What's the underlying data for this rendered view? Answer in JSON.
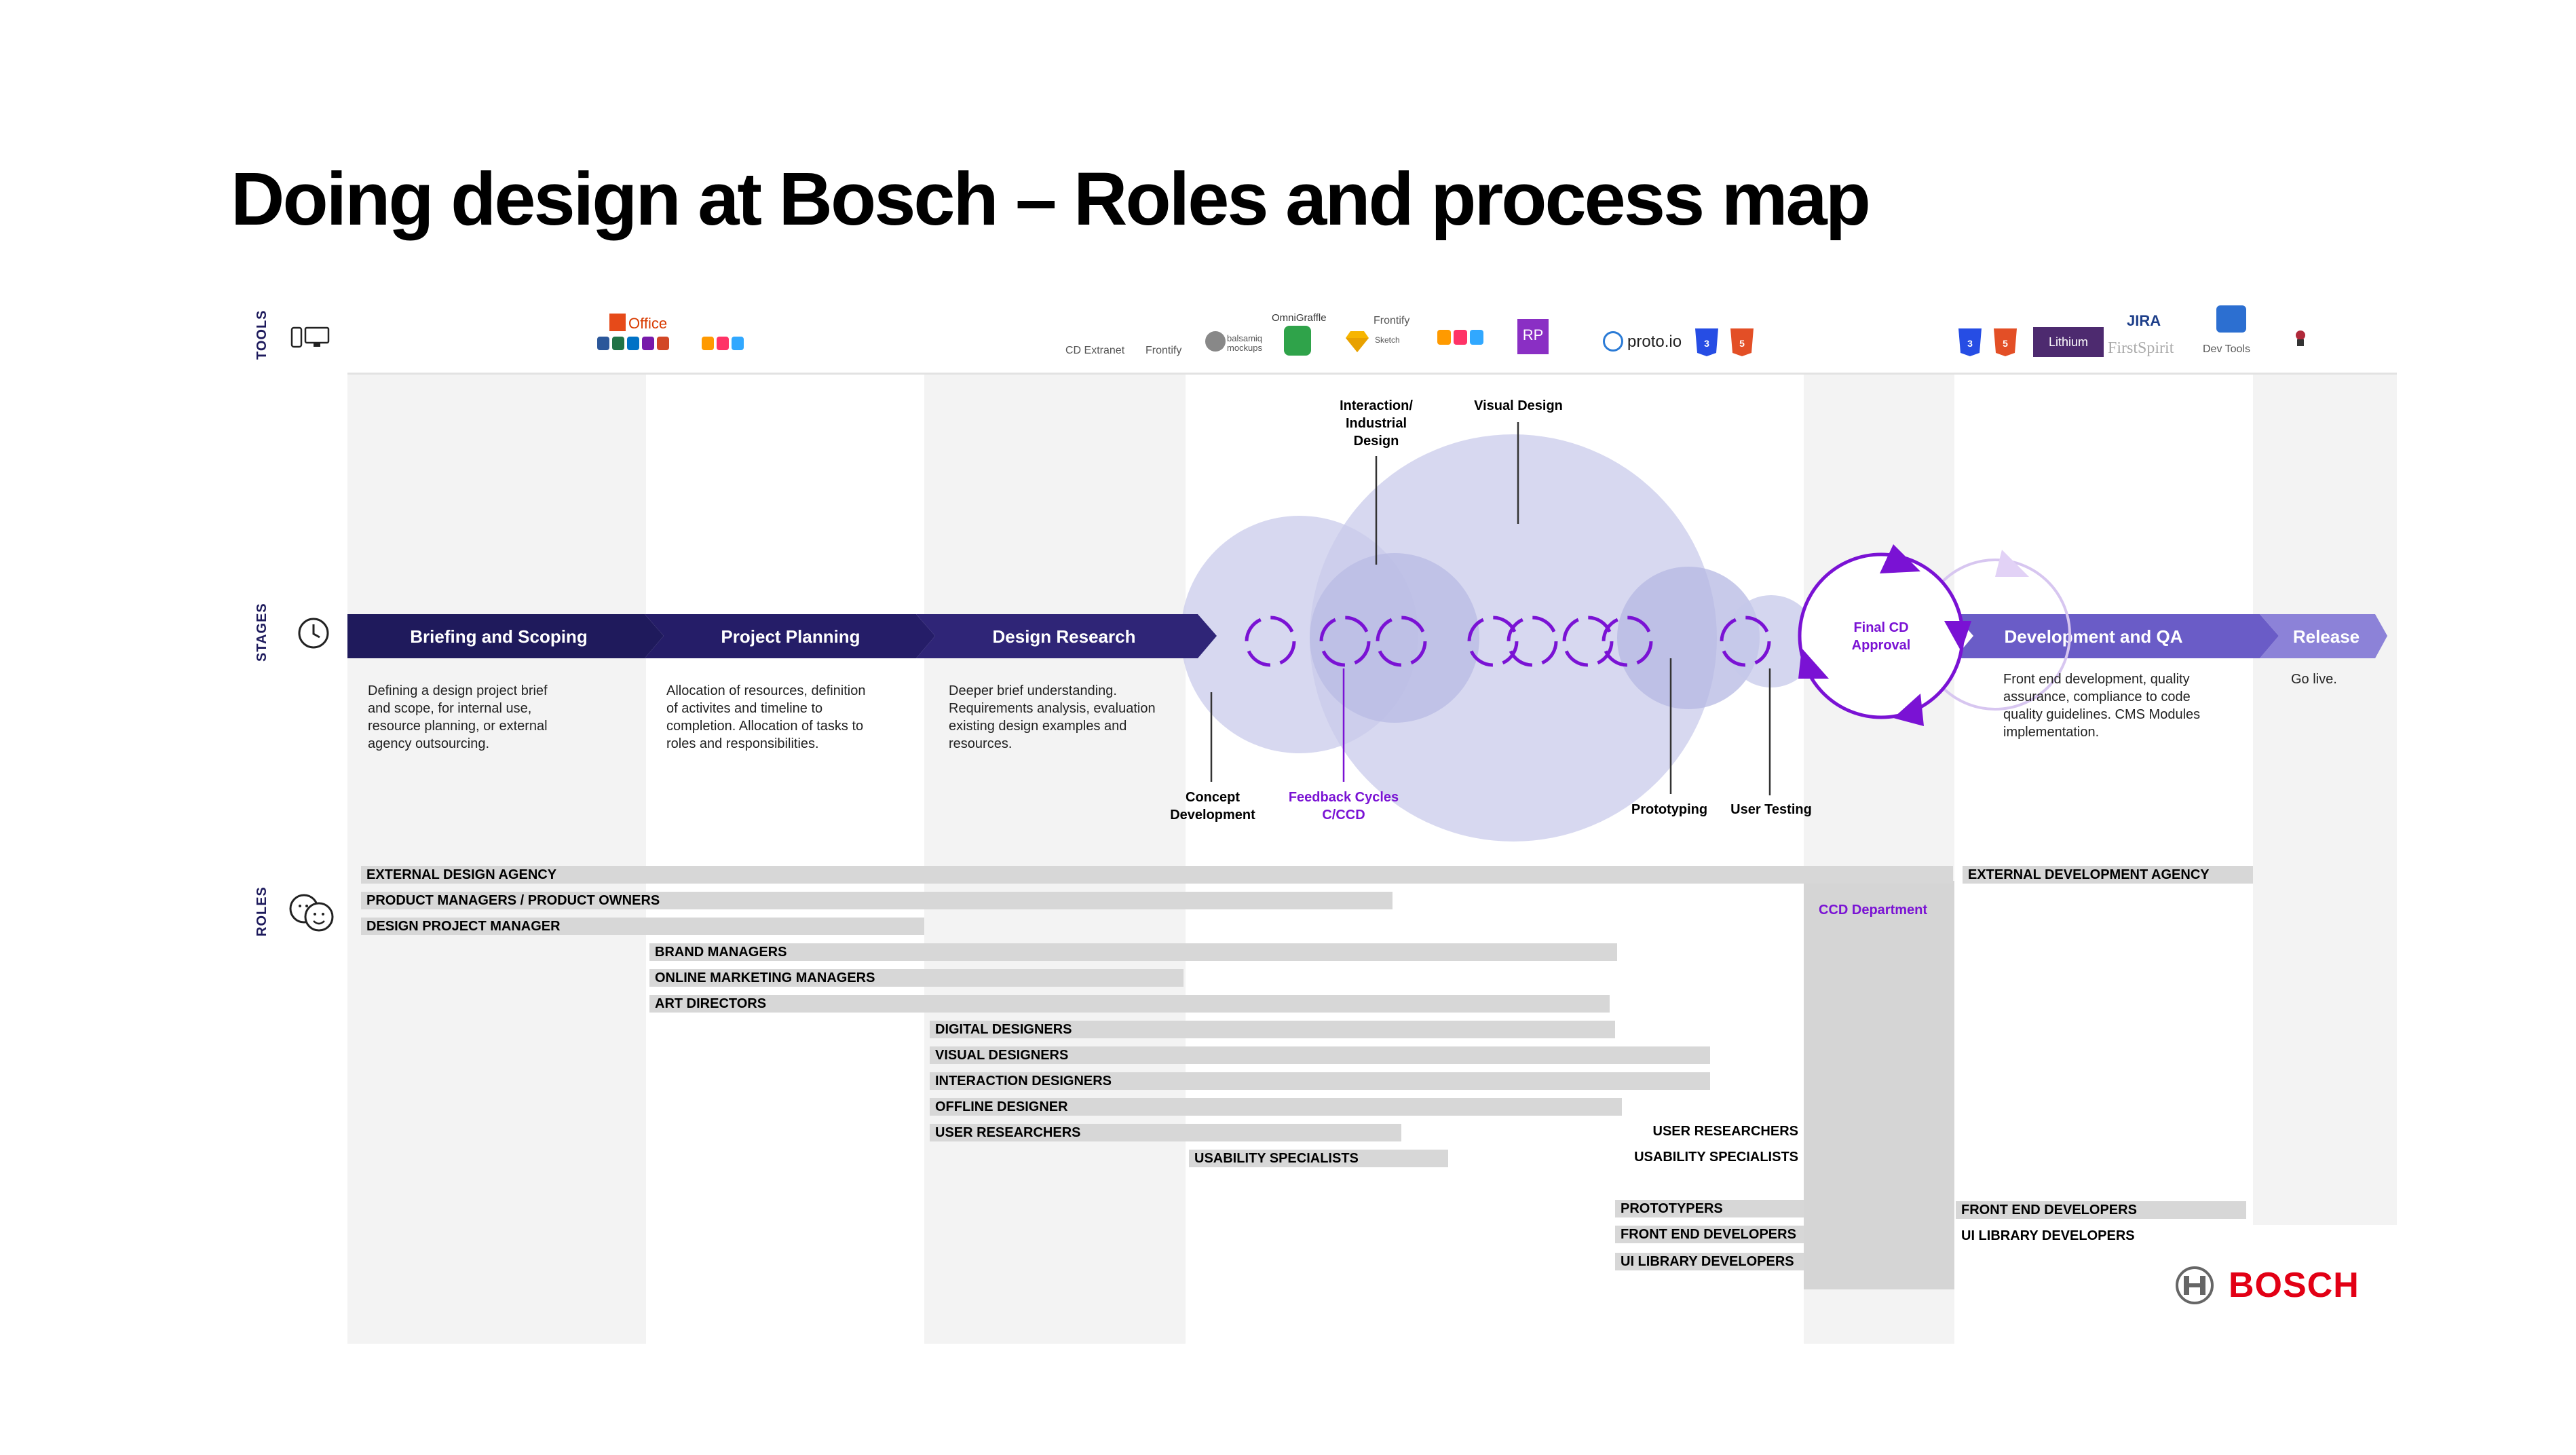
{
  "title": "Doing design at Bosch – Roles and process map",
  "side_labels": {
    "tools": "TOOLS",
    "stages": "STAGES",
    "roles": "ROLES"
  },
  "tools": {
    "office": "Office",
    "cd_extranet": "CD Extranet",
    "frontify_1": "Frontify",
    "balsamiq": "balsamiq mockups",
    "omnigraffle": "OmniGraffle",
    "frontify_2": "Frontify",
    "sketch": "Sketch",
    "axure": "RP",
    "protoio": "proto.io",
    "css": "CSS",
    "html": "HTML",
    "lithium": "Lithium",
    "jira": "JIRA",
    "firstspirit": "FirstSpirit",
    "devtools": "Dev Tools"
  },
  "stages": [
    {
      "label": "Briefing and Scoping",
      "desc": "Defining a design project brief and scope, for internal use, resource planning, or external agency outsourcing."
    },
    {
      "label": "Project Planning",
      "desc": "Allocation of resources, definition of activites and timeline to completion. Allocation of tasks to roles and responsibilities."
    },
    {
      "label": "Design Research",
      "desc": "Deeper brief understanding. Requirements analysis, evaluation existing design examples and resources."
    },
    {
      "label": "Development and QA",
      "desc": "Front end development, quality assurance, compliance to code quality guidelines. CMS Modules implementation."
    },
    {
      "label": "Release",
      "desc": "Go live."
    }
  ],
  "bubbles": {
    "interaction": "Interaction/ Industrial Design",
    "visual": "Visual Design",
    "concept": "Concept Development",
    "feedback": "Feedback Cycles C/CCD",
    "prototyping": "Prototyping",
    "user_testing": "User Testing",
    "final_cd": "Final CD Approval"
  },
  "roles": {
    "external_design_agency": "EXTERNAL DESIGN AGENCY",
    "product_managers": "PRODUCT MANAGERS / PRODUCT OWNERS",
    "design_project_manager": "DESIGN PROJECT MANAGER",
    "brand_managers": "BRAND MANAGERS",
    "online_marketing_managers": "ONLINE MARKETING MANAGERS",
    "art_directors": "ART DIRECTORS",
    "digital_designers": "DIGITAL DESIGNERS",
    "visual_designers": "VISUAL DESIGNERS",
    "interaction_designers": "INTERACTION DESIGNERS",
    "offline_designer": "OFFLINE DESIGNER",
    "user_researchers": "USER RESEARCHERS",
    "usability_specialists": "USABILITY SPECIALISTS",
    "user_researchers_2": "USER RESEARCHERS",
    "usability_specialists_2": "USABILITY SPECIALISTS",
    "prototypers": "PROTOTYPERS",
    "front_end_developers": "FRONT END DEVELOPERS",
    "ui_library_developers": "UI LIBRARY DEVELOPERS",
    "ccd_department": "CCD Department",
    "external_development_agency": "EXTERNAL DEVELOPMENT AGENCY",
    "front_end_developers_2": "FRONT END DEVELOPERS",
    "ui_library_developers_2": "UI LIBRARY DEVELOPERS"
  },
  "logo": {
    "text": "BOSCH"
  },
  "colors": {
    "stage_dark": "#1f1a5c",
    "stage_mid": "#2f2577",
    "stage_dev": "#6a5cc7",
    "stage_release": "#8c82d8",
    "bubble": "#c9cbeb",
    "purple_accent": "#7a12d4",
    "logo_red": "#e20015",
    "role_bar": "#d7d7d7",
    "column_bg": "#f3f3f3"
  }
}
